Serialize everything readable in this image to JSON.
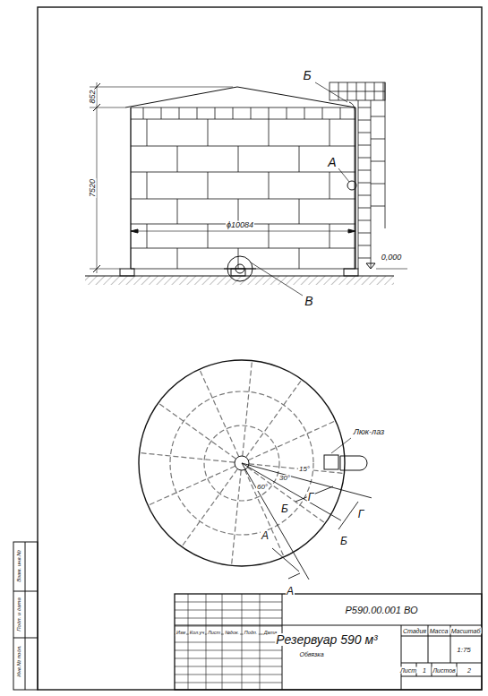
{
  "diagram": {
    "title": "Резервуар 590 м³",
    "labels": [
      "852",
      "7520",
      "ϕ10084",
      "0,000",
      "Б",
      "А",
      "В",
      "Люк-лаз",
      "60°",
      "30°",
      "15°",
      "Б",
      "Г",
      "Г",
      "Б",
      "А",
      "А",
      "Р590.00.001 ВО",
      "Обвязка",
      "Изм",
      "Кол.уч",
      "Лист",
      "№док.",
      "Подп.",
      "Дата",
      "Стадия",
      "Масса",
      "Масштаб",
      "1:75",
      "Лист",
      "1",
      "Листов",
      "2",
      "Инв.№ подл.",
      "Подп. и дата",
      "Взам. инв.№"
    ]
  }
}
